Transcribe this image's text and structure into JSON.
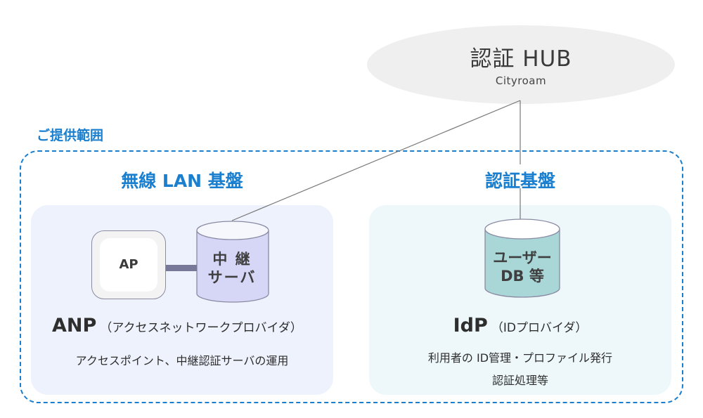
{
  "hub": {
    "title": "認証 HUB",
    "subtitle": "Cityroam"
  },
  "scope": {
    "label": "ご提供範囲"
  },
  "wireless_lan": {
    "title": "無線 LAN 基盤",
    "ap_label": "AP",
    "relay_server_line1": "中 継",
    "relay_server_line2": "サーバ",
    "provider_acronym": "ANP",
    "provider_name": "（アクセスネットワークプロバイダ）",
    "description": "アクセスポイント、中継認証サーバの運用"
  },
  "auth_platform": {
    "title": "認証基盤",
    "db_line1": "ユーザー",
    "db_line2": "DB 等",
    "provider_acronym": "IdP",
    "provider_name": "（IDプロバイダ）",
    "description_line1": "利用者の ID管理・プロファイル発行",
    "description_line2": "認証処理等"
  },
  "colors": {
    "accent": "#1a7fcf",
    "hub_fill": "#efefef",
    "left_panel": "#eef2fd",
    "right_panel": "#eef8fa",
    "relay_cylinder": "#d6d6f7",
    "db_cylinder": "#a9d6d6",
    "connector": "#787898"
  }
}
